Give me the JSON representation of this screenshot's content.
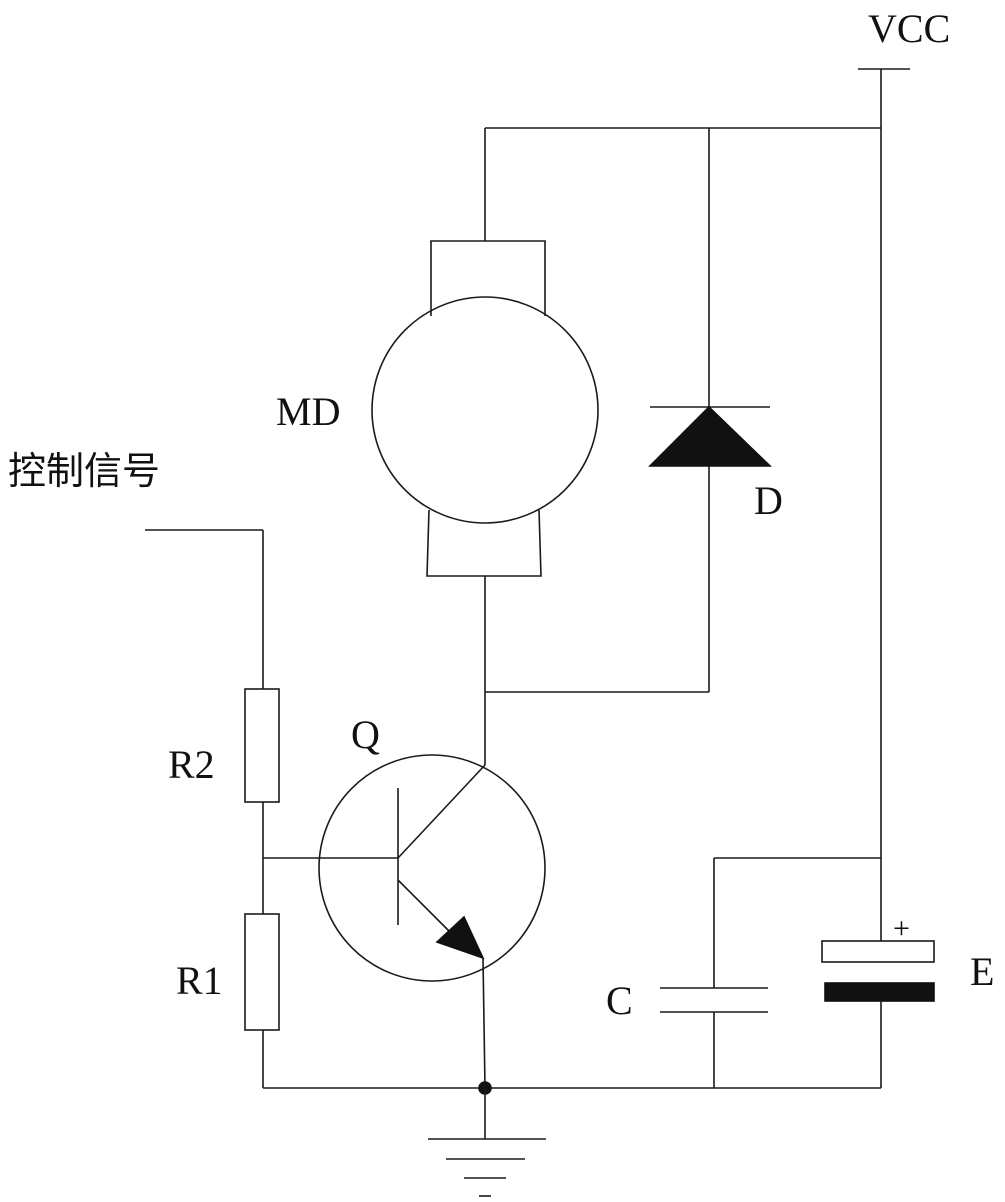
{
  "labels": {
    "vcc": "VCC",
    "motor": "MD",
    "diode": "D",
    "transistor": "Q",
    "resistor_top": "R2",
    "resistor_bottom": "R1",
    "capacitor": "C",
    "electrolytic_capacitor": "E",
    "control_signal": "控制信号",
    "plus_sign": "+"
  },
  "colors": {
    "line": "#1a1a1a",
    "fill": "#111111",
    "background": "#ffffff"
  }
}
